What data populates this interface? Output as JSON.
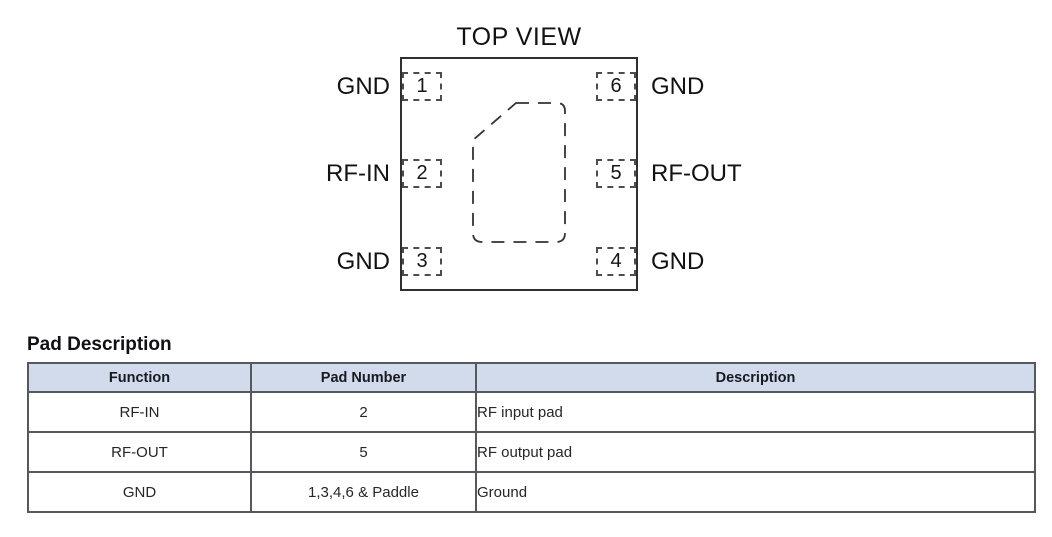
{
  "diagram": {
    "title": "TOP VIEW",
    "pads": [
      {
        "number": "1",
        "label": "GND",
        "side": "left",
        "row": "top"
      },
      {
        "number": "2",
        "label": "RF-IN",
        "side": "left",
        "row": "middle"
      },
      {
        "number": "3",
        "label": "GND",
        "side": "left",
        "row": "bottom"
      },
      {
        "number": "6",
        "label": "GND",
        "side": "right",
        "row": "top"
      },
      {
        "number": "5",
        "label": "RF-OUT",
        "side": "right",
        "row": "middle"
      },
      {
        "number": "4",
        "label": "GND",
        "side": "right",
        "row": "bottom"
      }
    ],
    "paddle": "exposed paddle outline with chamfered pin-1 corner (dashed)"
  },
  "table": {
    "title": "Pad Description",
    "headers": [
      "Function",
      "Pad Number",
      "Description"
    ],
    "rows": [
      [
        "RF-IN",
        "2",
        "RF input pad"
      ],
      [
        "RF-OUT",
        "5",
        "RF output pad"
      ],
      [
        "GND",
        "1,3,4,6 & Paddle",
        "Ground"
      ]
    ]
  },
  "colors": {
    "header_bg": "#d2dbeb",
    "table_border": "#55585c",
    "outline": "#2f2f2f",
    "text": "#121212"
  }
}
